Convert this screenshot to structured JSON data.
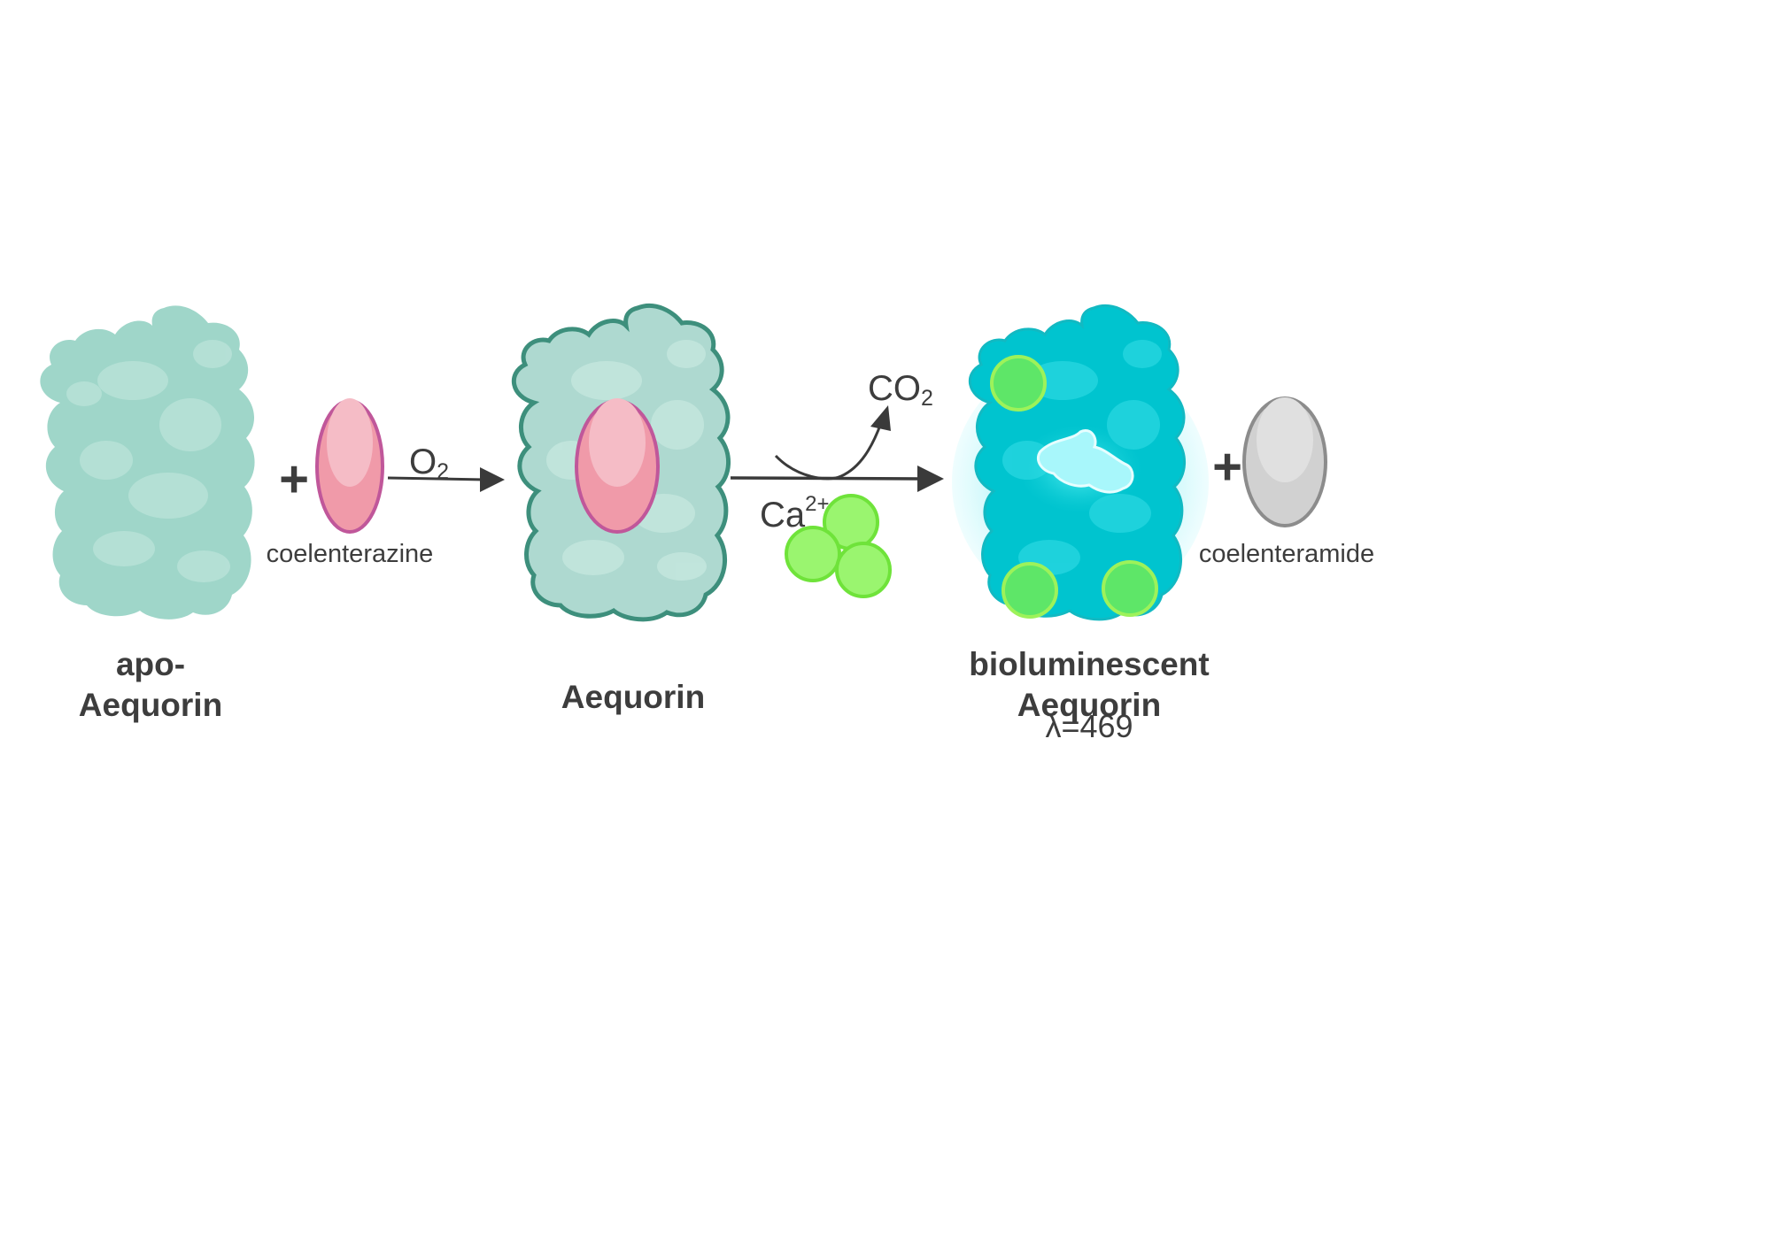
{
  "labels": {
    "apo_line1": "apo-",
    "apo_line2": "Aequorin",
    "aequorin": "Aequorin",
    "biolum_line1": "bioluminescent",
    "biolum_line2": "Aequorin",
    "wavelength": "λ=469",
    "coelenterazine": "coelenterazine",
    "coelenteramide": "coelenteramide",
    "oxygen_base": "O",
    "oxygen_sub": "2",
    "co2_base": "CO",
    "co2_sub": "2",
    "calcium_base": "Ca",
    "calcium_sup": "2+",
    "plus_1": "+",
    "plus_2": "+"
  },
  "colors": {
    "apo_protein": "#9fd6c9",
    "aequorin_outline": "#3d8f7c",
    "biolum_protein": "#00c4cf",
    "glow": "#d6fbfd",
    "coelenterazine": "#f09aa9",
    "coelenterazine_outline": "#c0579a",
    "coelenteramide": "#d1d1d1",
    "calcium": "#8df06a",
    "arrow": "#3a3a3a"
  }
}
